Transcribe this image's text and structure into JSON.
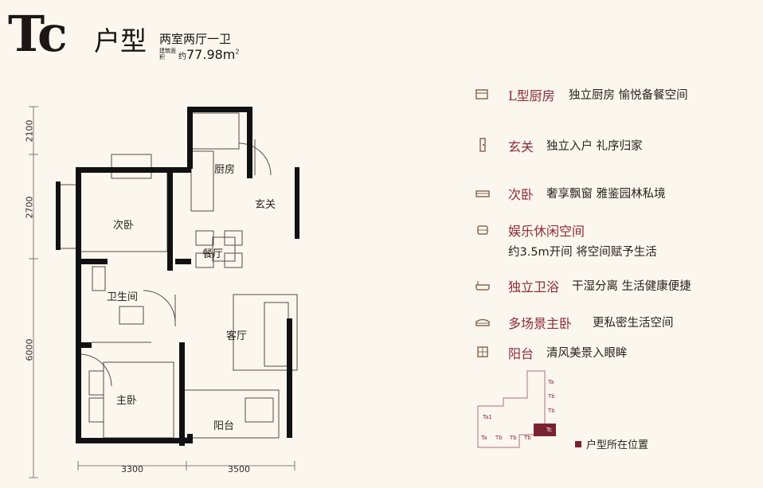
{
  "header": {
    "unit_code": "Tc",
    "unit_word": "户型",
    "layout": "两室两厅一卫",
    "area_label": "建筑面积",
    "area_sep": "约",
    "area_value": "77.98m",
    "area_unit_sup": "2"
  },
  "features": [
    {
      "title": "L型厨房",
      "desc": "独立厨房 愉悦备餐空间",
      "icon": "kitchen-icon"
    },
    {
      "title": "玄关",
      "desc": "独立入户 礼序归家",
      "icon": "entrance-icon"
    },
    {
      "title": "次卧",
      "desc": "奢享飘窗 雅鉴园林私境",
      "icon": "bed-icon"
    },
    {
      "title": "娱乐休闲空间",
      "desc": "约3.5m开间 将空间赋予生活",
      "icon": "armchair-icon"
    },
    {
      "title": "独立卫浴",
      "desc": "干湿分离 生活健康便捷",
      "icon": "bathtub-icon"
    },
    {
      "title": "多场景主卧",
      "desc": "更私密生活空间",
      "icon": "double-bed-icon"
    },
    {
      "title": "阳台",
      "desc": "清风美景入眼眸",
      "icon": "balcony-icon"
    }
  ],
  "rooms": {
    "kitchen": "厨房",
    "entry": "玄关",
    "second_bedroom": "次卧",
    "dining": "餐厅",
    "bathroom": "卫生间",
    "living": "客厅",
    "master_bedroom": "主卧",
    "balcony": "阳台"
  },
  "dimensions": {
    "left": [
      "2100",
      "2700",
      "6000"
    ],
    "bottom": [
      "3300",
      "3500"
    ]
  },
  "keyplan": {
    "units": [
      "Ta",
      "Tb",
      "Tb",
      "Ta1",
      "Ta",
      "Tb",
      "Tb",
      "Tb",
      "Tc"
    ],
    "current": "Tc"
  },
  "legend": {
    "location_label": "户型所在位置"
  },
  "colors": {
    "accent": "#8c2b3a",
    "current_unit": "#7a2232",
    "wall": "#111111",
    "background": "#fbf6ee"
  }
}
